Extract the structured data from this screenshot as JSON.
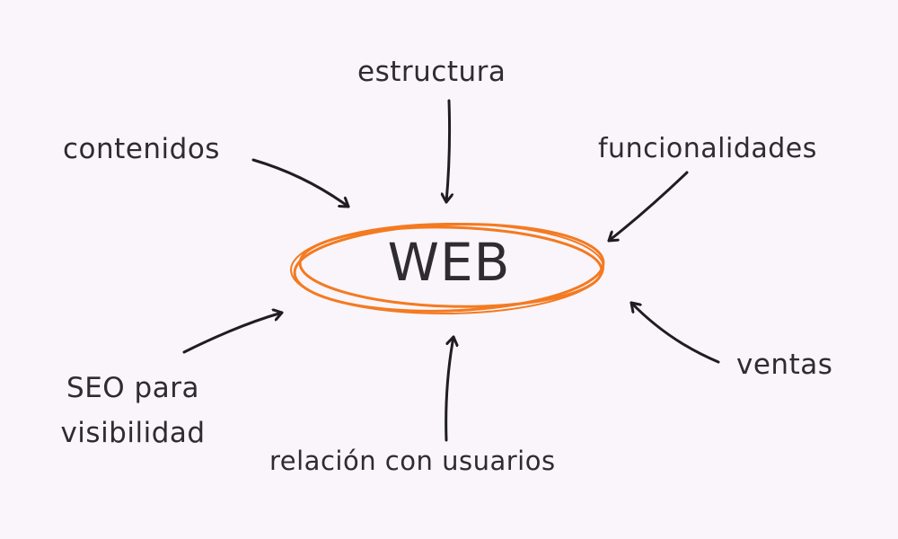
{
  "center": {
    "label": "WEB",
    "ring_color": "#f47a20"
  },
  "nodes": {
    "estructura": "estructura",
    "contenidos": "contenidos",
    "funcionalidades": "funcionalidades",
    "seo_line1": "SEO para",
    "seo_line2": "visibilidad",
    "relacion": "relación con usuarios",
    "ventas": "ventas"
  },
  "colors": {
    "background": "#f9f5fb",
    "text": "#2e2c30",
    "arrow": "#1f1d22"
  }
}
